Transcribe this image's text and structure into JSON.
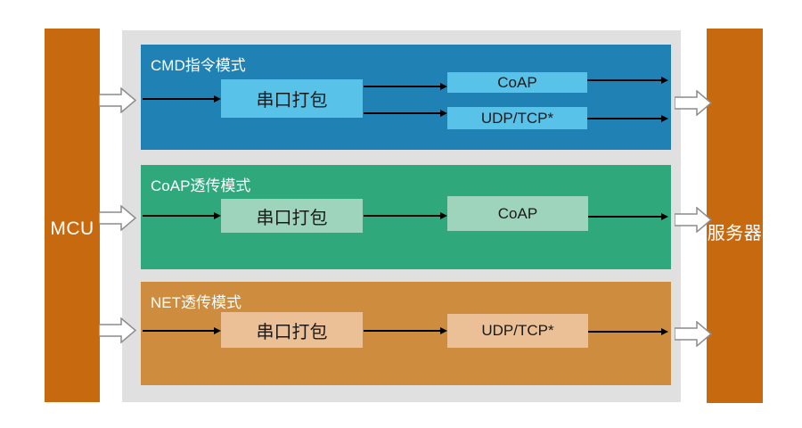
{
  "left_node": {
    "label": "MCU"
  },
  "right_node": {
    "label": "服务器"
  },
  "bands": [
    {
      "title": "CMD指令模式",
      "serial": "串口打包",
      "protocol1": "CoAP",
      "protocol2": "UDP/TCP*"
    },
    {
      "title": "CoAP透传模式",
      "serial": "串口打包",
      "protocol1": "CoAP"
    },
    {
      "title": "NET透传模式",
      "serial": "串口打包",
      "protocol1": "UDP/TCP*"
    }
  ],
  "colors": {
    "side_bar": "#C7690F",
    "panel_gray": "#E0E0E0",
    "cmd_band": "#1F81B4",
    "cmd_box": "#58C2E8",
    "coap_band": "#2FA97B",
    "coap_box": "#9FD4BC",
    "net_band": "#CE8C3E",
    "net_box": "#EBC096",
    "arrow_black": "#000000",
    "block_arrow_stroke": "#8C8C8C"
  }
}
